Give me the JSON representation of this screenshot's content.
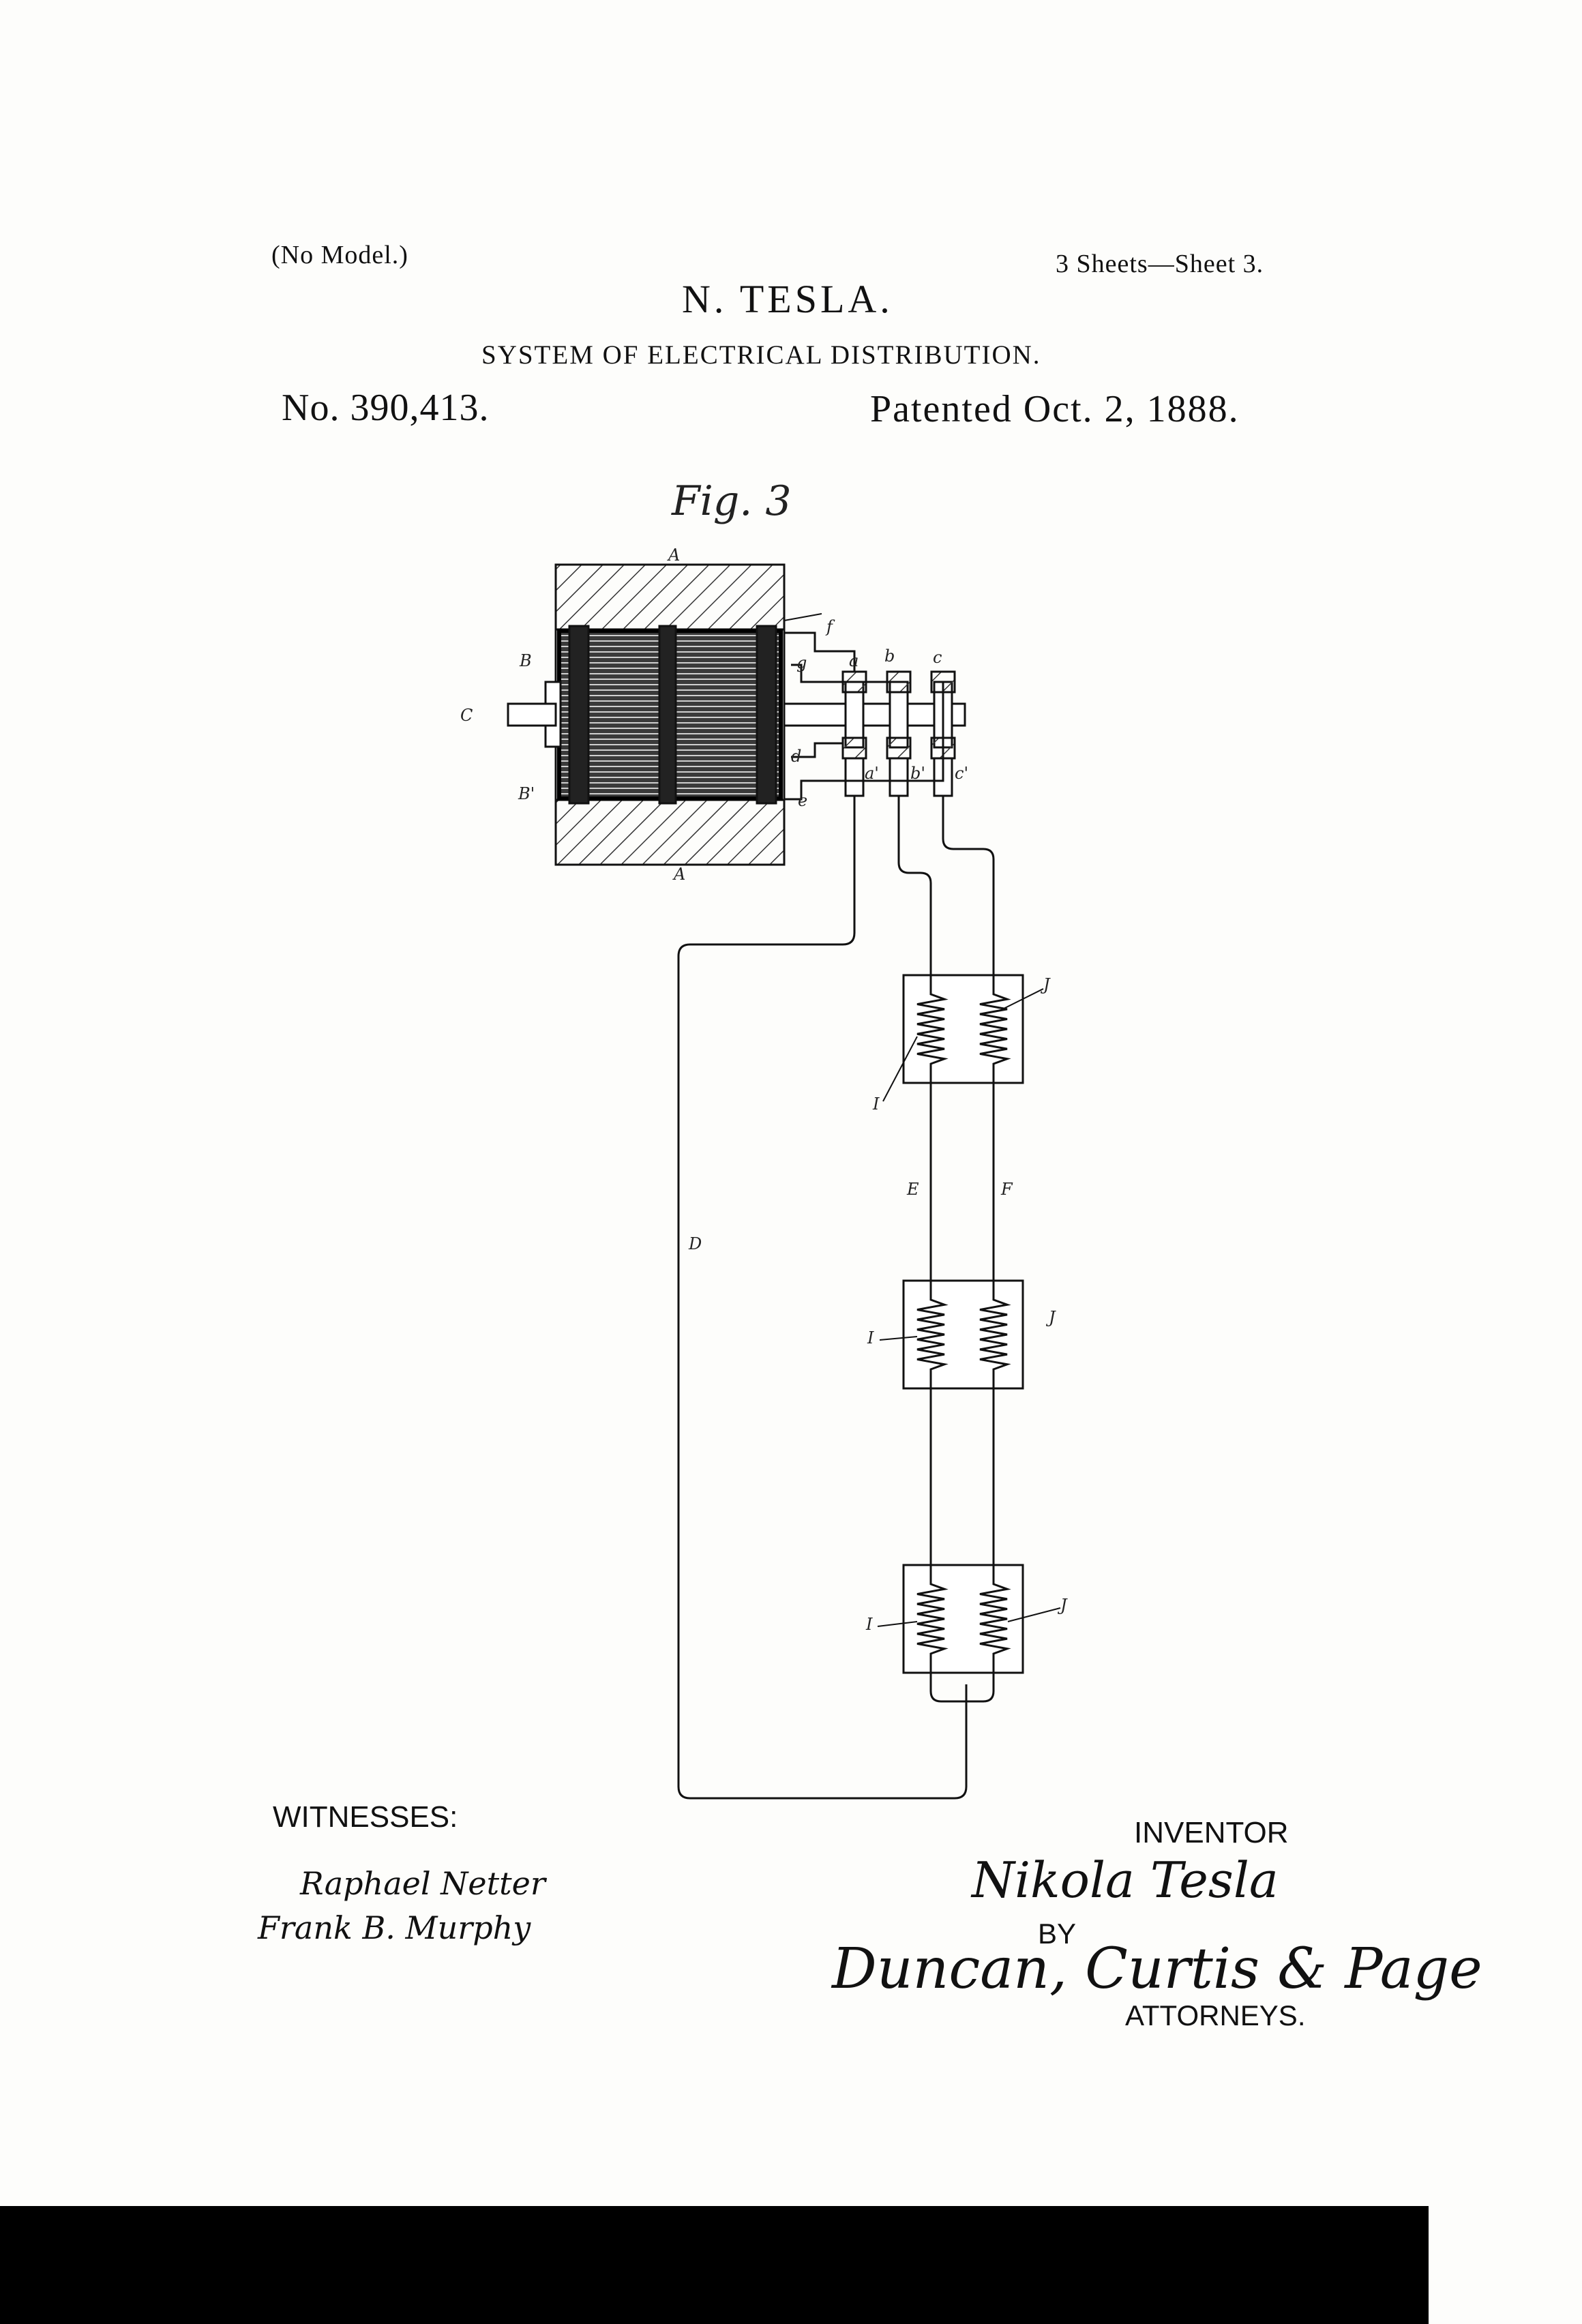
{
  "header": {
    "no_model": "(No Model.)",
    "sheets": "3 Sheets—Sheet 3.",
    "inventor_name": "N. TESLA.",
    "title": "SYSTEM OF ELECTRICAL DISTRIBUTION.",
    "patent_no": "No. 390,413.",
    "patent_date": "Patented Oct. 2, 1888."
  },
  "figure": {
    "title": "Fig. 3",
    "labels": {
      "A_top": "A",
      "A_bottom": "A",
      "B": "B",
      "B_prime": "B'",
      "C": "C",
      "a": "a",
      "b": "b",
      "c": "c",
      "a_prime": "a'",
      "b_prime": "b'",
      "c_prime": "c'",
      "d": "d",
      "e": "e",
      "f": "f",
      "g": "g",
      "D": "D",
      "E": "E",
      "F": "F",
      "I_1": "I",
      "J_1": "J",
      "I_2": "I",
      "J_2": "J",
      "I_3": "I",
      "J_3": "J"
    }
  },
  "footer": {
    "witnesses_label": "WITNESSES:",
    "inventor_label": "INVENTOR",
    "by_label": "BY",
    "attorneys_label": "ATTORNEYS."
  },
  "signatures": {
    "witness_1": "Raphael Netter",
    "witness_2": "Frank B. Murphy",
    "inventor": "Nikola Tesla",
    "attorneys": "Duncan, Curtis & Page"
  },
  "colors": {
    "ink": "#111111",
    "paper": "#fdfdfb",
    "bar": "#000000"
  }
}
